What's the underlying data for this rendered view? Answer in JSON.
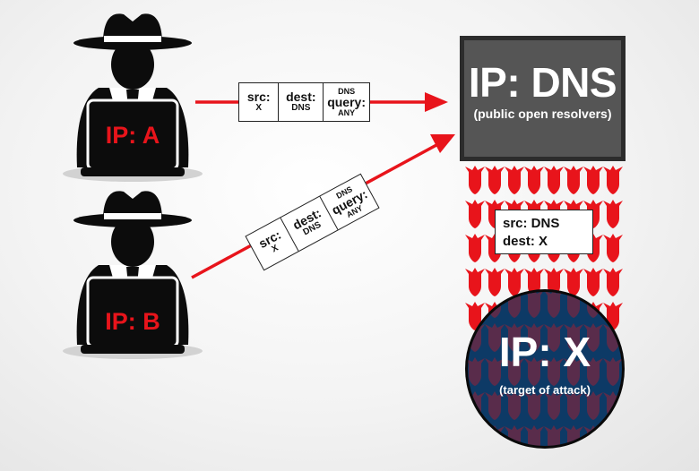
{
  "attackers": [
    {
      "ip_label": "IP: A"
    },
    {
      "ip_label": "IP: B"
    }
  ],
  "query_packet_a": {
    "src_label": "src:",
    "src_value": "X",
    "dest_label": "dest:",
    "dest_value": "DNS",
    "type_top": "DNS",
    "type_label": "query:",
    "type_value": "ANY"
  },
  "query_packet_b": {
    "src_label": "src:",
    "src_value": "X",
    "dest_label": "dest:",
    "dest_value": "DNS",
    "type_top": "DNS",
    "type_label": "query:",
    "type_value": "ANY"
  },
  "resolver": {
    "title": "IP: DNS",
    "subtitle": "(public open resolvers)"
  },
  "response_packet": {
    "line1": "src: DNS",
    "line2": "dest: X"
  },
  "target": {
    "title": "IP: X",
    "subtitle": "(target of attack)"
  },
  "colors": {
    "accent_red": "#e8141b",
    "dark": "#111111",
    "server_gray": "#555555",
    "target_blue": "#0d3a66"
  },
  "icons": [
    "hacker-icon",
    "laptop-icon",
    "bomb-icon"
  ]
}
